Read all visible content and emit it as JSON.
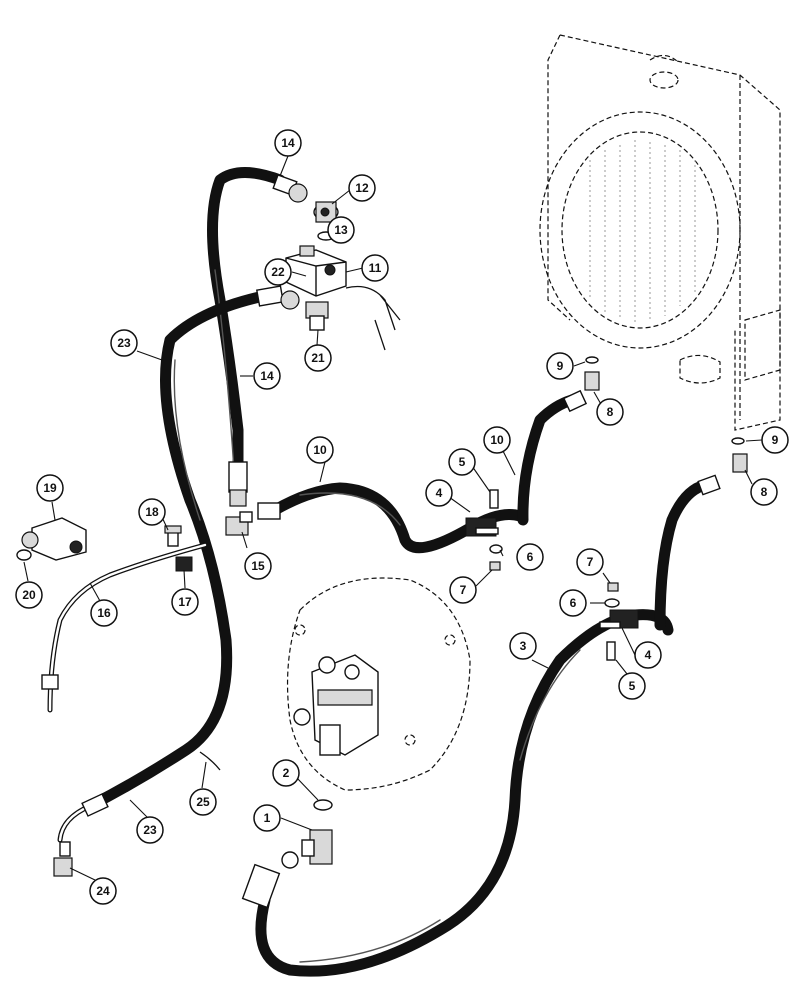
{
  "callouts": [
    {
      "id": "c1",
      "label": "1"
    },
    {
      "id": "c2",
      "label": "2"
    },
    {
      "id": "c3",
      "label": "3"
    },
    {
      "id": "c4a",
      "label": "4"
    },
    {
      "id": "c4b",
      "label": "4"
    },
    {
      "id": "c5a",
      "label": "5"
    },
    {
      "id": "c5b",
      "label": "5"
    },
    {
      "id": "c6a",
      "label": "6"
    },
    {
      "id": "c6b",
      "label": "6"
    },
    {
      "id": "c7a",
      "label": "7"
    },
    {
      "id": "c7b",
      "label": "7"
    },
    {
      "id": "c8a",
      "label": "8"
    },
    {
      "id": "c8b",
      "label": "8"
    },
    {
      "id": "c9a",
      "label": "9"
    },
    {
      "id": "c9b",
      "label": "9"
    },
    {
      "id": "c10a",
      "label": "10"
    },
    {
      "id": "c10b",
      "label": "10"
    },
    {
      "id": "c11",
      "label": "11"
    },
    {
      "id": "c12",
      "label": "12"
    },
    {
      "id": "c13",
      "label": "13"
    },
    {
      "id": "c14a",
      "label": "14"
    },
    {
      "id": "c14b",
      "label": "14"
    },
    {
      "id": "c15",
      "label": "15"
    },
    {
      "id": "c16",
      "label": "16"
    },
    {
      "id": "c17",
      "label": "17"
    },
    {
      "id": "c18",
      "label": "18"
    },
    {
      "id": "c19",
      "label": "19"
    },
    {
      "id": "c20",
      "label": "20"
    },
    {
      "id": "c21",
      "label": "21"
    },
    {
      "id": "c22",
      "label": "22"
    },
    {
      "id": "c23a",
      "label": "23"
    },
    {
      "id": "c23b",
      "label": "23"
    },
    {
      "id": "c24",
      "label": "24"
    },
    {
      "id": "c25",
      "label": "25"
    }
  ]
}
